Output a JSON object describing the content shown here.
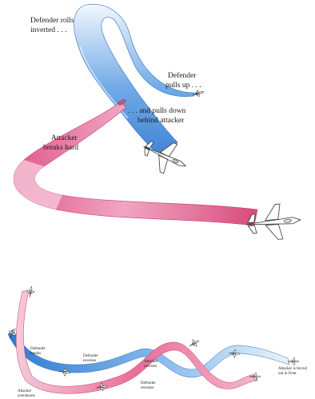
{
  "top_diagram": {
    "label_defender_rolls": [
      "Defender rolls",
      "inverted . . ."
    ],
    "label_defender_pulls_up": [
      "Defender",
      "pulls up . . ."
    ],
    "label_pulls_down": [
      ". . . and pulls down",
      "behind attacker"
    ],
    "label_attacker_breaks": [
      "Attacker",
      "breaks hard"
    ]
  },
  "bottom_diagram": {
    "label_defender_breaks": [
      "Defender",
      "breaks"
    ],
    "label_defender_reverses_1": [
      "Defender",
      "reverses"
    ],
    "label_attacker_reverses": [
      "Attacker",
      "reverses"
    ],
    "label_defender_reverses_2": [
      "Defender",
      "reverses"
    ],
    "label_attacker_overshoots": [
      "Attacker",
      "overshoots"
    ],
    "label_attacker_forced": [
      "Attacker is forced",
      "out in front"
    ]
  },
  "colors": {
    "defender_trail": "#4a8fd8",
    "attacker_trail": "#d94a7a",
    "aircraft_fill": "#ffffff",
    "aircraft_stroke": "#333333"
  }
}
